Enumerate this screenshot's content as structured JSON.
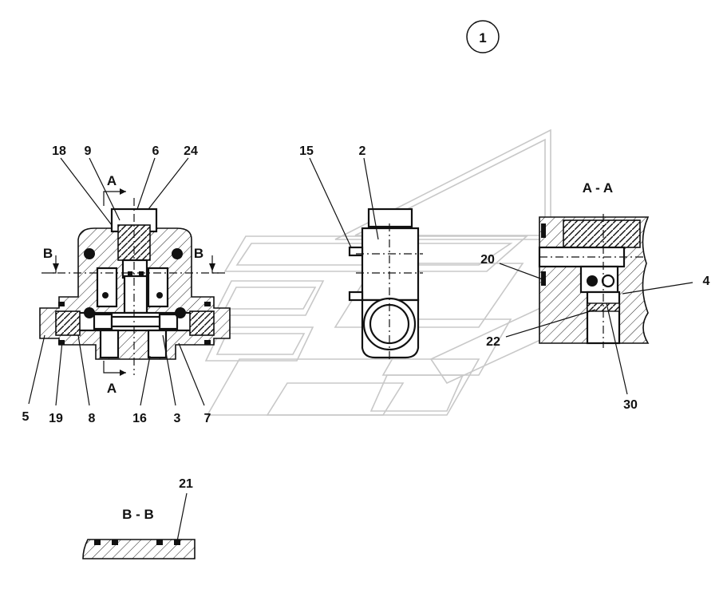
{
  "sheet_number": "1",
  "section_labels": {
    "aa": "A - A",
    "bb": "B - B",
    "cut_a_top": "A",
    "cut_a_bottom": "A",
    "cut_b_left": "B",
    "cut_b_right": "B"
  },
  "callouts": {
    "p18": "18",
    "p9": "9",
    "p6": "6",
    "p24": "24",
    "p15": "15",
    "p2": "2",
    "p20": "20",
    "p4": "4",
    "p22": "22",
    "p30": "30",
    "p5": "5",
    "p19": "19",
    "p8": "8",
    "p16": "16",
    "p3": "3",
    "p7": "7",
    "p21": "21"
  }
}
